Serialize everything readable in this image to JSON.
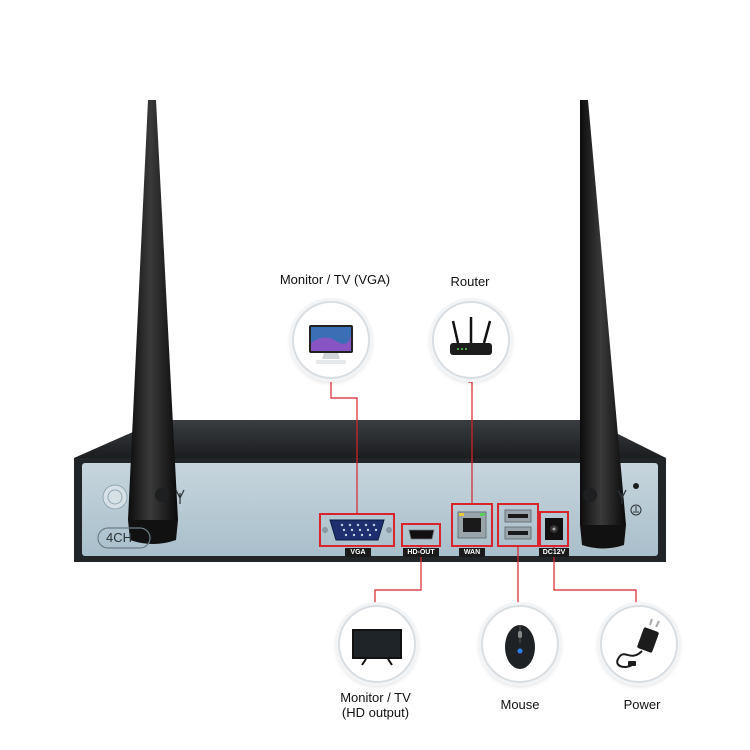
{
  "device": {
    "model_label": "4CH",
    "ports": {
      "vga": "VGA",
      "hdmi": "HD-OUT",
      "wan": "WAN",
      "dc": "DC12V"
    }
  },
  "connections": {
    "vga_monitor": "Monitor / TV (VGA)",
    "router": "Router",
    "hd_monitor_line1": "Monitor / TV",
    "hd_monitor_line2": "(HD output)",
    "mouse": "Mouse",
    "power": "Power"
  },
  "colors": {
    "highlight": "#d9232d",
    "panel": "#b9ccd6",
    "chassis": "#2a2d30"
  }
}
